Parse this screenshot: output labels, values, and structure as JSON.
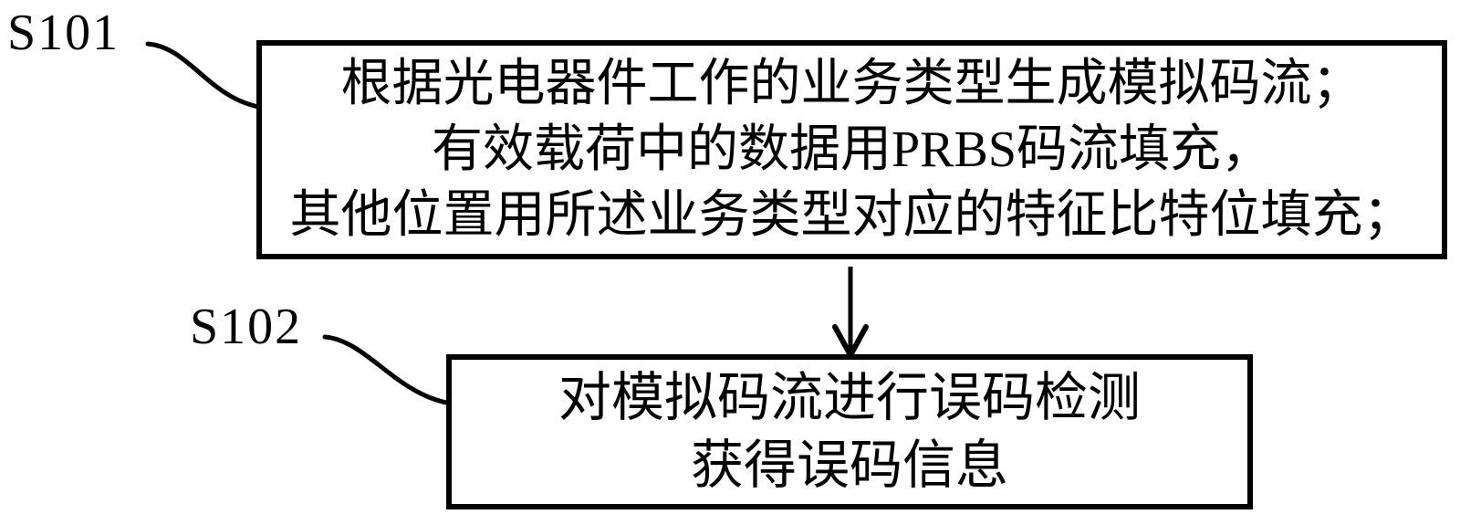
{
  "diagram_type": "flowchart",
  "colors": {
    "background": "#ffffff",
    "stroke": "#000000",
    "text": "#000000"
  },
  "steps": [
    {
      "label": "S101",
      "lines": [
        "根据光电器件工作的业务类型生成模拟码流；",
        "有效载荷中的数据用PRBS码流填充，",
        "其他位置用所述业务类型对应的特征比特位填充；"
      ]
    },
    {
      "label": "S102",
      "lines": [
        "对模拟码流进行误码检测",
        "获得误码信息"
      ]
    }
  ],
  "connectors": [
    {
      "name": "leader-s101",
      "type": "curved-leader"
    },
    {
      "name": "leader-s102",
      "type": "curved-leader"
    },
    {
      "name": "arrow-step1-to-step2",
      "type": "arrow-down"
    }
  ]
}
